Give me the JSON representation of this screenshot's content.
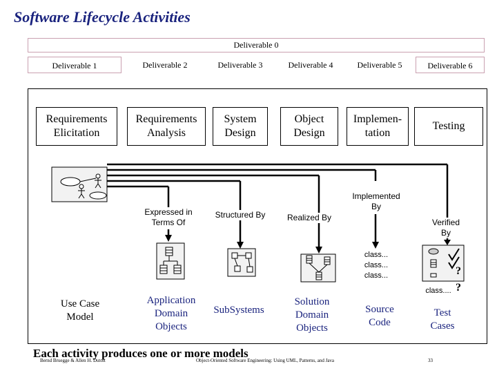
{
  "title": "Software Lifecycle Activities",
  "deliverable_0": "Deliverable 0",
  "deliverables": [
    "Deliverable 1",
    "Deliverable 2",
    "Deliverable 3",
    "Deliverable 4",
    "Deliverable 5",
    "Deliverable 6"
  ],
  "activities": [
    "Requirements\nElicitation",
    "Requirements\nAnalysis",
    "System\nDesign",
    "Object\nDesign",
    "Implemen-\ntation",
    "Testing"
  ],
  "relations": {
    "expressed": "Expressed in\nTerms Of",
    "structured": "Structured By",
    "realized": "Realized By",
    "implemented": "Implemented\nBy",
    "verified": "Verified\nBy"
  },
  "code_lines": "class...\nclass...\nclass...",
  "test_class": "class....",
  "question_mark": "?",
  "models": {
    "use_case": "Use Case\nModel",
    "application": "Application\nDomain\nObjects",
    "subsystems": "SubSystems",
    "solution": "Solution\nDomain\nObjects",
    "source": "Source\nCode",
    "test": "Test\nCases"
  },
  "footer": {
    "main": "Each activity produces one or more models",
    "authors": "Bernd Bruegge & Allen H. Dutoit",
    "book": "Object-Oriented Software Engineering: Using UML, Patterns, and Java",
    "page": "33"
  },
  "colors": {
    "title": "#1a237e",
    "deliverable_border": "#c9a0b0",
    "blue_text": "#1a237e"
  }
}
